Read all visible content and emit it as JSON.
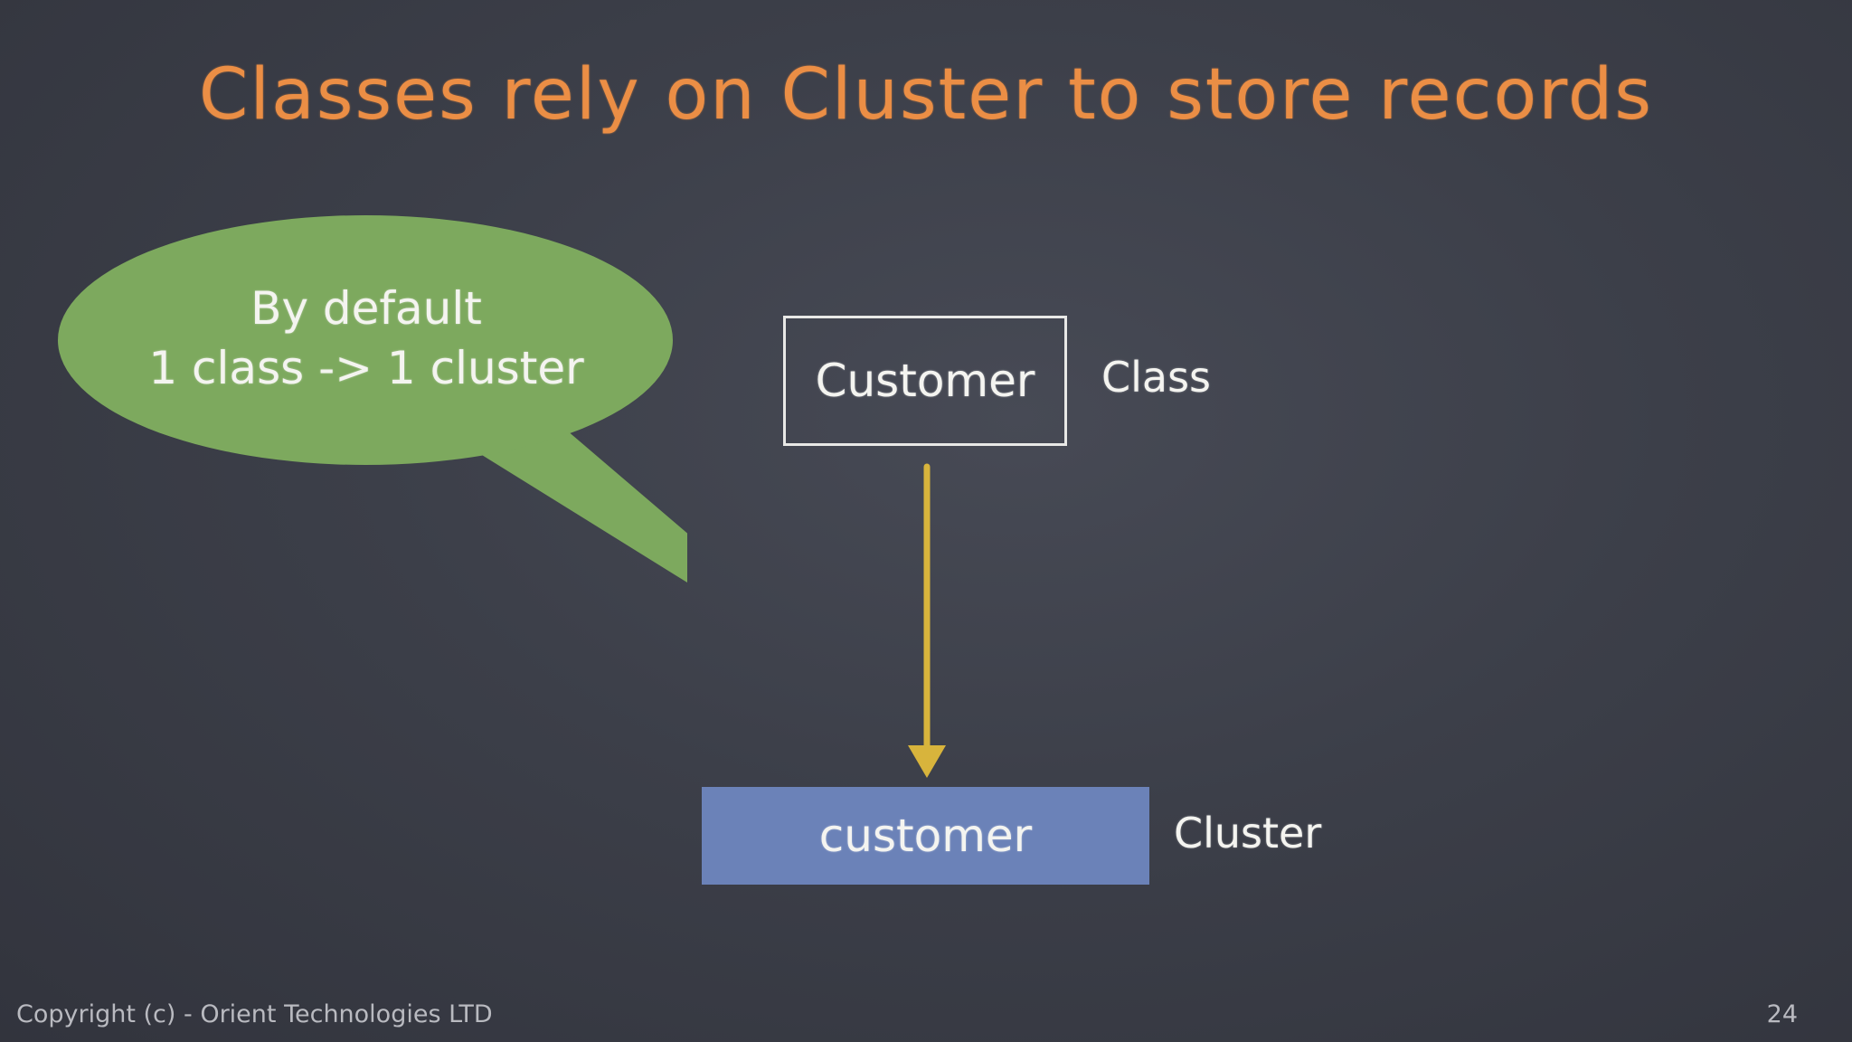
{
  "slide": {
    "title": "Classes rely on Cluster to store records",
    "callout": {
      "line1": "By default",
      "line2": "1 class -> 1 cluster"
    },
    "class_box": {
      "name": "Customer",
      "label": "Class"
    },
    "cluster_box": {
      "name": "customer",
      "label": "Cluster"
    },
    "footer": "Copyright (c) - Orient Technologies LTD",
    "page_number": "24"
  },
  "colors": {
    "title": "#eb8e45",
    "callout_fill": "#7da95e",
    "arrow": "#d8b43c",
    "cluster_fill": "#6b82b8"
  },
  "icons": {
    "arrow": "arrow-down-icon"
  }
}
